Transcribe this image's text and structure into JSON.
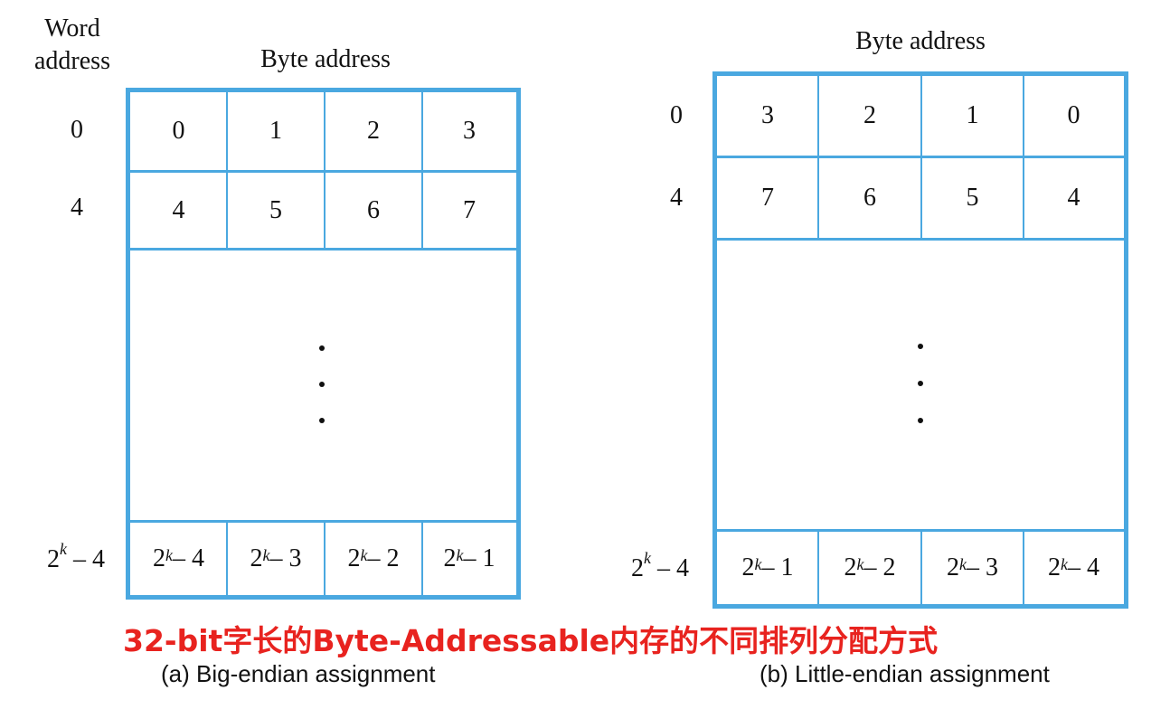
{
  "left": {
    "header_word": "Word",
    "header_address": "address",
    "header_byte": "Byte address",
    "rows": [
      {
        "label": "0",
        "cells": [
          "0",
          "1",
          "2",
          "3"
        ]
      },
      {
        "label": "4",
        "cells": [
          "4",
          "5",
          "6",
          "7"
        ]
      }
    ],
    "last_row": {
      "label_base": "2",
      "label_exp": "k",
      "label_rest": " – 4",
      "cells": [
        {
          "base": "2",
          "exp": "k",
          "rest": " – 4"
        },
        {
          "base": "2",
          "exp": "k",
          "rest": " – 3"
        },
        {
          "base": "2",
          "exp": "k",
          "rest": " – 2"
        },
        {
          "base": "2",
          "exp": "k",
          "rest": " – 1"
        }
      ]
    },
    "caption": "(a) Big-endian assignment"
  },
  "right": {
    "header_byte": "Byte address",
    "rows": [
      {
        "label": "0",
        "cells": [
          "3",
          "2",
          "1",
          "0"
        ]
      },
      {
        "label": "4",
        "cells": [
          "7",
          "6",
          "5",
          "4"
        ]
      }
    ],
    "last_row": {
      "label_base": "2",
      "label_exp": "k",
      "label_rest": " – 4",
      "cells": [
        {
          "base": "2",
          "exp": "k",
          "rest": " – 1"
        },
        {
          "base": "2",
          "exp": "k",
          "rest": " – 2"
        },
        {
          "base": "2",
          "exp": "k",
          "rest": " – 3"
        },
        {
          "base": "2",
          "exp": "k",
          "rest": " – 4"
        }
      ]
    },
    "caption": "(b) Little-endian assignment"
  },
  "title_cn": "32-bit字长的Byte-Addressable内存的不同排列分配方式",
  "colors": {
    "border": "#4aa8e0",
    "title": "#e8231f"
  }
}
